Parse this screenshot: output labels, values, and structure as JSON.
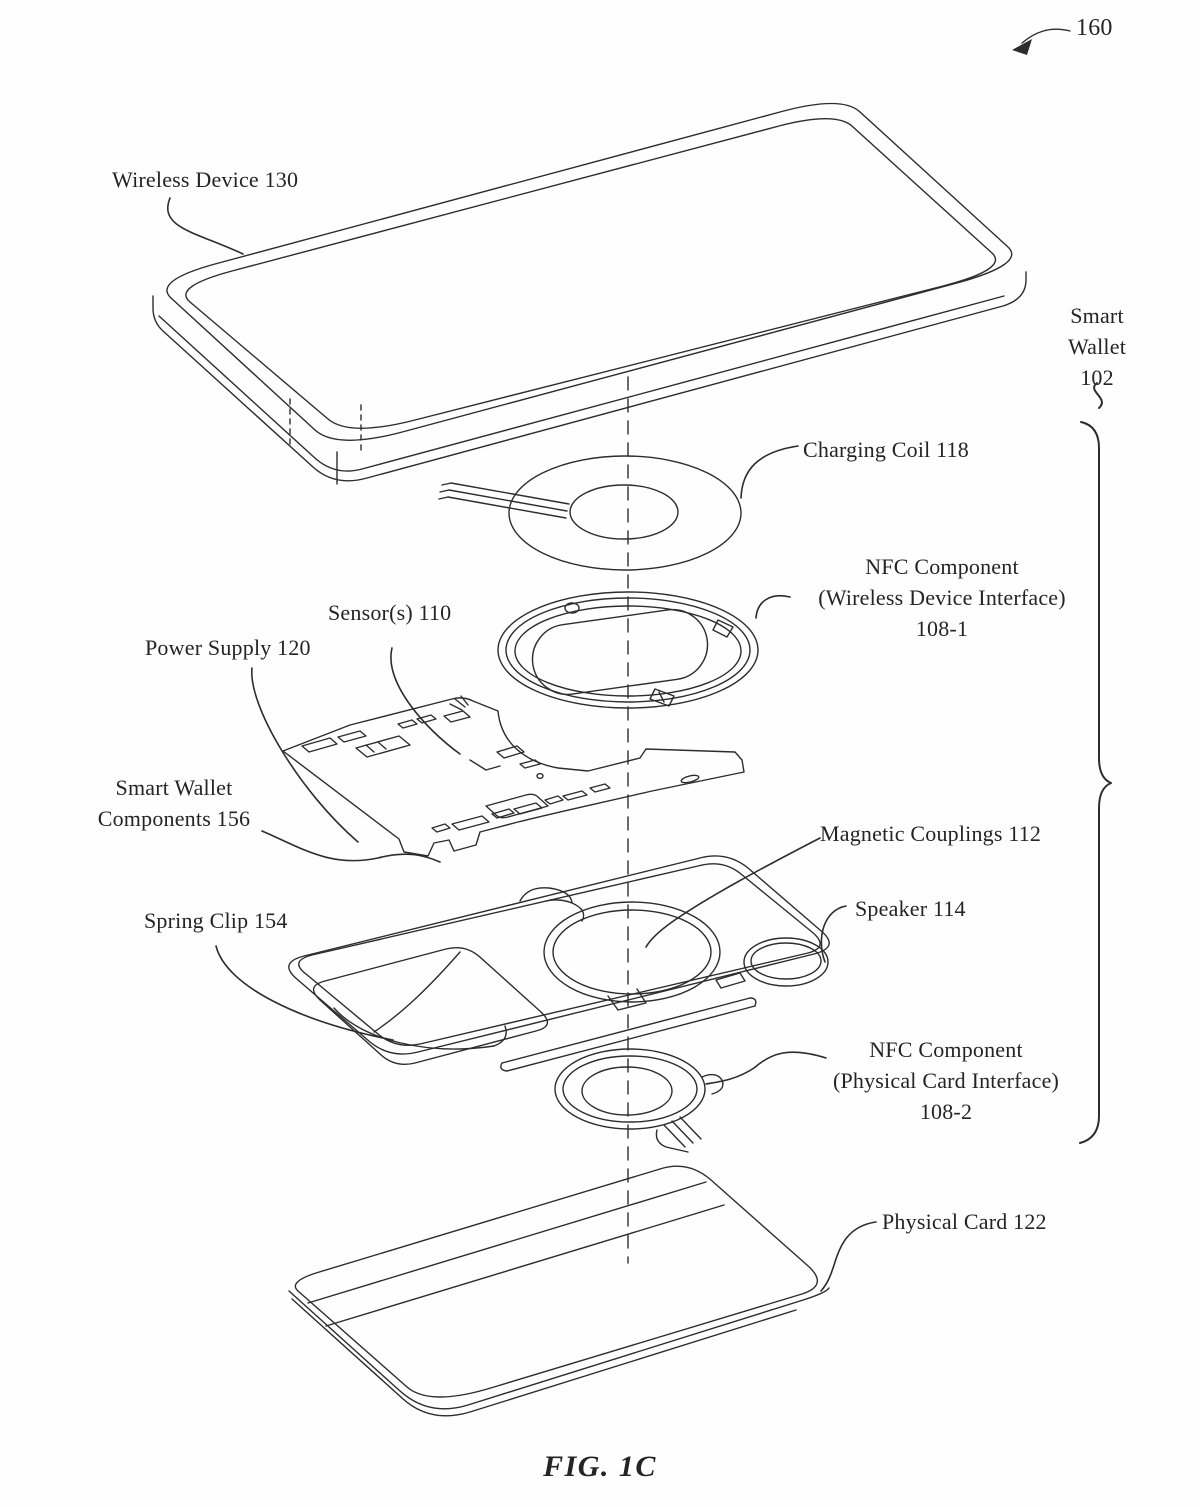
{
  "figure": {
    "reference": "160",
    "caption": "FIG. 1C"
  },
  "bracket": {
    "lines": [
      "Smart",
      "Wallet",
      "102"
    ]
  },
  "labels": {
    "wireless_device": "Wireless Device 130",
    "charging_coil": "Charging Coil 118",
    "nfc_wireless": [
      "NFC Component",
      "(Wireless Device Interface)",
      "108-1"
    ],
    "sensors": "Sensor(s) 110",
    "power_supply": "Power Supply 120",
    "smart_wallet_components": [
      "Smart Wallet",
      "Components 156"
    ],
    "magnetic_couplings": "Magnetic Couplings 112",
    "speaker": "Speaker 114",
    "spring_clip": "Spring Clip 154",
    "nfc_physical": [
      "NFC Component",
      "(Physical Card Interface)",
      "108-2"
    ],
    "physical_card": "Physical Card 122"
  },
  "colors": {
    "ink": "#2d2d2d",
    "background": "#fefefe"
  }
}
